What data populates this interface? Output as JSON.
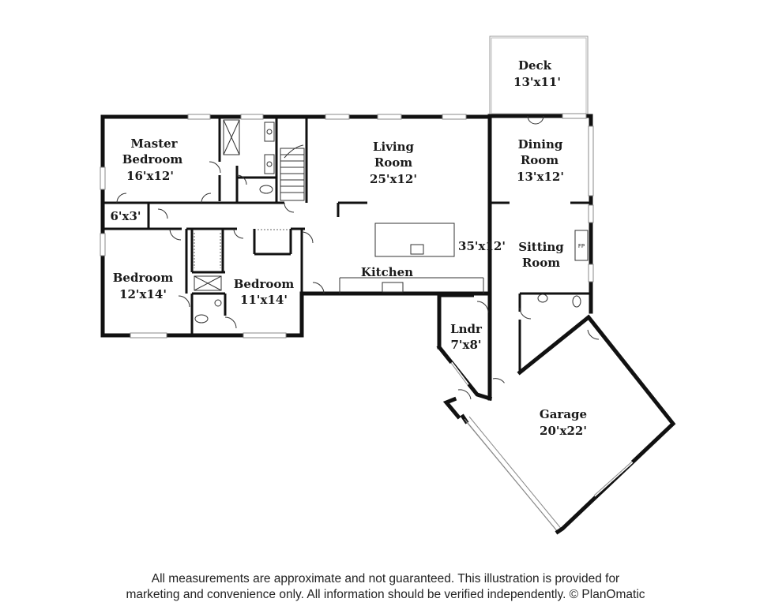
{
  "rooms": {
    "deck": {
      "name": "Deck",
      "size": "13'x11'"
    },
    "master_bedroom": {
      "name_line1": "Master",
      "name_line2": "Bedroom",
      "size": "16'x12'"
    },
    "living_room": {
      "name_line1": "Living",
      "name_line2": "Room",
      "size": "25'x12'"
    },
    "dining_room": {
      "name_line1": "Dining",
      "name_line2": "Room",
      "size": "13'x12'"
    },
    "closet": {
      "size": "6'x3'"
    },
    "kitchen_area": {
      "size": "35'x12'"
    },
    "sitting_room": {
      "name_line1": "Sitting",
      "name_line2": "Room",
      "fireplace": "FP"
    },
    "bedroom_left": {
      "name": "Bedroom",
      "size": "12'x14'"
    },
    "bedroom_right": {
      "name": "Bedroom",
      "size": "11'x14'"
    },
    "kitchen": {
      "name": "Kitchen"
    },
    "laundry": {
      "name": "Lndr",
      "size": "7'x8'"
    },
    "garage": {
      "name": "Garage",
      "size": "20'x22'"
    }
  },
  "disclaimer": {
    "line1": "All measurements are approximate and not guaranteed. This illustration is provided for",
    "line2": "marketing and convenience only. All information should be verified independently. © PlanOmatic"
  }
}
